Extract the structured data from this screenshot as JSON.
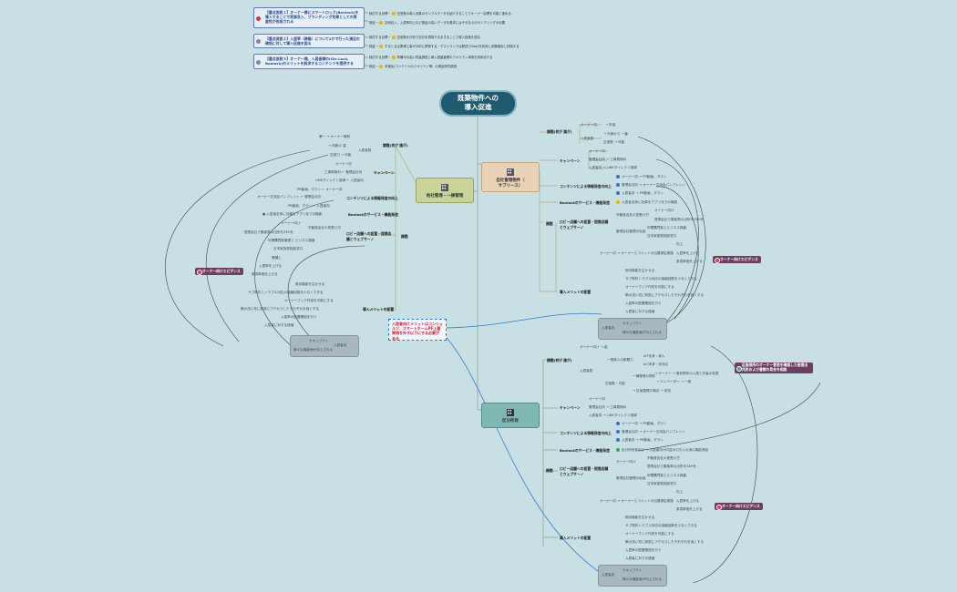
{
  "central": {
    "line1": "既築物件への",
    "line2": "導入促進"
  },
  "hubs": {
    "kanri": "自社管理物件（\nサブリース）",
    "tasha": "他社管理・一棟管理",
    "kabun": "区分所有"
  },
  "hypotheses": [
    {
      "title": "【重点仮説１】オーナー様にスマートロック(Bonlock)を導入することで家賃収入、ブランディング効果としての資産性が形成される",
      "verify": "検討する目標",
      "verify_text": "空室数の導入効果のサンプルデータを紹介することでオーナー目標を可能に進める",
      "check": "検証",
      "check_text": "空地収入、入居率向上など検証の高いデータを基本にはそれならのサンプリングが必要"
    },
    {
      "title": "【重点仮説２】入居率（稼働）について2かで行った満足の確保に対して導入促進を図る",
      "verify": "検討する目標",
      "verify_text": "空室数を分析で割引を適用するまきることで導入促進を図る",
      "check": "検証",
      "check_text": "すまとる企業様工事がお約に関係する・デストランでは配信でSaaSを利用し試験運用し評価する"
    },
    {
      "title": "【重点仮説３】オーナー様、入居者様の(Gis Lock、Bonlock)のメリットを訴求するコンテンツを提供する",
      "verify": "検討する目標",
      "verify_text": "準備中の高い質量調査と導入基盤管理のクオリティ事例を具体化する",
      "check": "検証",
      "check_text": "本格化(コンテンツのクオリティ等）の実証研究調査"
    }
  ],
  "callout": "入居者向けメリットはコンシェルヅ、スマートホームPF上蓋実現を外す以下にする必要がある",
  "tags": [
    "オーナー向けエビデンス",
    "オーナー向けエビデンス",
    "オーナー向けエビデンス"
  ],
  "insight": "区画保所のオーナー意思を確認した後提出兆民および書類の見合を相談",
  "grey_boxes": [
    {
      "label": "入居者向",
      "items": [
        "セキュリティ",
        "様々な機能面が向上される"
      ]
    },
    {
      "label": "入居者向",
      "items": [
        "セキュリティ",
        "様々な機能面が向上される"
      ]
    },
    {
      "label": "入居者向",
      "items": [
        "セキュリティ",
        "様々な機能面が向上される"
      ]
    }
  ],
  "left_branch": {
    "group1": "課題(何が 誰が)",
    "group1_items": [
      "第一 → オーナー様別",
      "→ 判断の 高",
      "入居者数",
      "空室力 → 可能"
    ],
    "campaign": "キャンペーン",
    "campaign_items": [
      "オーナー向",
      "工事費無料 ← 管理会社向",
      "LINEダイレクト誘導 ← 入居者向"
    ],
    "content": "コンテンツによる情報発信の向上",
    "content_items": [
      "PR動画、ダラシ ← オーナー向",
      "オーナー交流会パンフレット ← 管理会社向",
      "PR動画、ダラシ ← 入居者向"
    ],
    "service": "Bonlockのサービス・機能発信",
    "service_items": [
      "● 入居者全体に効果をアプリ化での機能"
    ],
    "kpi": "ロビー店舗への設置・提携店舗とウェブサーノ",
    "kpi_items": [
      "オーナー向け",
      "不動産会社の見受け方",
      "提携会社で集客費の出所をZEHを",
      "年間購買数管理と ビジネス調査",
      "日本家族型相談窓口"
    ],
    "merit": "導入メリットの配置",
    "merit_items": [
      "業種上",
      "入居率を上げる",
      "家賃単価を上げる",
      "既存機能を生かせる",
      "サブ物件とトラブル対応の接触回数を少なくできる",
      "オーナーブック作成を可能にする",
      "築の浅い宅に新設にアクセスしたそれぞれを強くする",
      "入居率の配置確認を行う",
      "入居者に対する価値"
    ],
    "kadai": "課題"
  },
  "right_upper": {
    "g1": "課題(何が 誰が)",
    "g1_items": [
      "オーナー向",
      "→ 外部",
      "入居者数",
      "→ 内側から 一番",
      "空室数 → 可能"
    ],
    "campaign": "キャンペーン",
    "campaign_items": [
      "オーナー向",
      "管理会社向 → 工事費無料",
      "入居者向 → LINEダイレクト誘導"
    ],
    "content": "コンテンツによる情報発信の向上",
    "content_items": [
      "オーナー向 → PR動画、ダラシ",
      "管理会社向 → オーナー交流会パンフレット",
      "入居者向 → PR動画、ダラシ"
    ],
    "service": "Bonlockのサービス・機能発信",
    "service_items": [
      "入居者全体に効果をアプリ化での機能"
    ],
    "kpi": "ロビー店舗への設置・提携店舗とウェブサーノ",
    "kpi_items": [
      "オーナー向け",
      "不動産会社の見受け方",
      "提携会社で集客費の出所をZEHを",
      "管理会社管理の仮装",
      "年間購買数とビジネス調査",
      "日本家族型相談窓口"
    ],
    "merit": "導入メリットの配置",
    "merit_items": [
      "オーナー向 → オーナーとコミットの出展想定実施",
      "向上",
      "入居率を上げる",
      "家賃単価を上げる",
      "既存機能を生かせる",
      "サブ物件トラブル対応の接触回数を少なくできる",
      "オーナーブック作成を可能にする",
      "築の浅い宅に新設にアクセスしたそれぞれを強くする",
      "入居率の配置確認を行う",
      "入居者に対する価値"
    ],
    "kadai": "課題"
  },
  "right_lower": {
    "g1": "課題(何が 誰が)",
    "g1_items": [
      "オーナー向け → 高",
      "入居者数",
      "一般導入の影響力",
      "IoT化済・導入",
      "IoT未済・未対応",
      "空室数・可能",
      "一棟管理の物件",
      "→ オーナー → 既存物件の入居と外装の変更",
      "→ エレベーター → 一般",
      "→ 区画整理の場合 → 未知"
    ],
    "campaign": "キャンペーン",
    "campaign_items": [
      "オーナー向",
      "管理会社向 → 工事費無料",
      "入居者向 → LINEダイレクト誘導"
    ],
    "content": "コンテンツによる情報発信の向上",
    "content_items": [
      "オーナー向 → PR動画、ダラシ",
      "管理会社向 → オーナー交流会パンフレット",
      "入居者向 → PR動画、ダラシ"
    ],
    "service": "Bonlockのサービス・機能発信",
    "service_items": [
      "区分所有者向け → 入居者向け内容の引き入れ用の機能発信"
    ],
    "kpi": "ロビー店舗への設置・提携店舗とウェブサーノ",
    "kpi_items": [
      "オーナー向け",
      "不動産会社の見受け方",
      "提携会社で集客費の出所をZEHを",
      "管理会社管理の仮装",
      "年間購買数とビジネス調査",
      "日本家族型相談窓口"
    ],
    "merit": "導入メリットの配置",
    "merit_items": [
      "オーナー向 → オーナーとコミットの出展想定実施",
      "向上",
      "入居率を上げる",
      "家賃単価を上げる",
      "既存機能を生かせる",
      "サブ物件トラブル対応の接触回数を少なくできる",
      "オーナーブック作成を可能にする",
      "築の浅い宅に新設にアクセスしたそれぞれを強くする",
      "入居率の配置確認を行う",
      "入居者に対する価値"
    ],
    "kadai": "課題"
  },
  "colors": {
    "background": "#c8dfe4",
    "central": "#1e5b6e",
    "tag": "#6d3f60",
    "hub_kanri": "#e8d3b8",
    "hub_tasha": "#c9d49a",
    "hub_kabun": "#7fb7b2"
  }
}
